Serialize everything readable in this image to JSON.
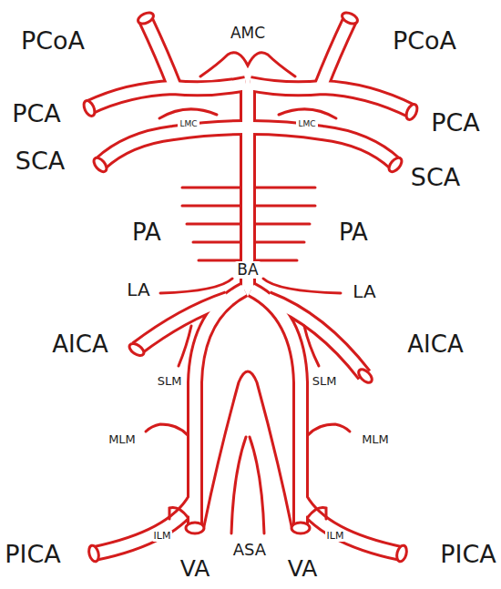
{
  "diagram": {
    "labels": [
      "PCoA",
      "AMC",
      "PCoA",
      "LMC",
      "LMC",
      "PCA",
      "PCA",
      "SCA",
      "SCA",
      "PA",
      "PA",
      "BA",
      "LA",
      "LA",
      "AICA",
      "AICA",
      "SLM",
      "SLM",
      "MLM",
      "MLM",
      "ILM",
      "ASA",
      "ILM",
      "PICA",
      "VA",
      "VA",
      "PICA"
    ]
  }
}
